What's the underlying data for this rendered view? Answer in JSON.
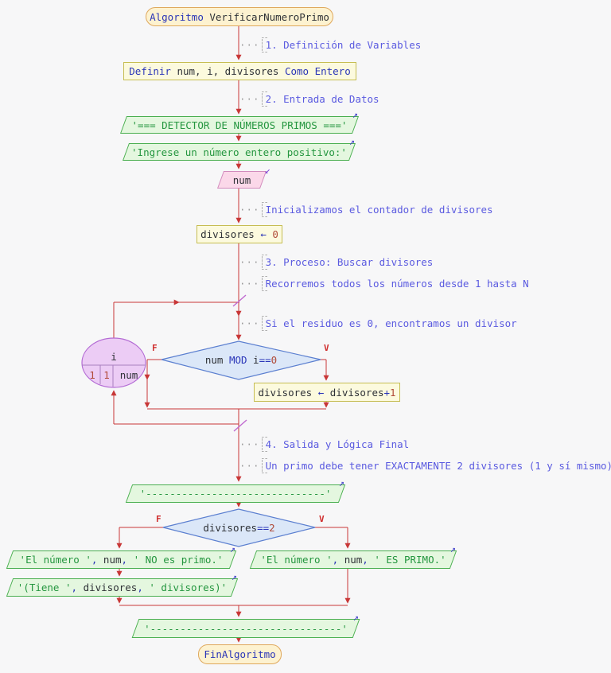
{
  "start": {
    "keyword": "Algoritmo",
    "name": " VerificarNumeroPrimo"
  },
  "end": {
    "label": "FinAlgoritmo"
  },
  "comments": {
    "dots": "···",
    "c1": "1. Definición de Variables",
    "c2": "2. Entrada de Datos",
    "c3": "Inicializamos el contador de divisores",
    "c4": "3. Proceso: Buscar divisores",
    "c5": "Recorremos todos los números desde 1 hasta N",
    "c6": "Si el residuo es 0, encontramos un divisor",
    "c7": "4. Salida y Lógica Final",
    "c8": "Un primo debe tener EXACTAMENTE 2 divisores (1 y sí mismo)"
  },
  "define": {
    "kw1": "Definir",
    "vars": " num, i, divisores ",
    "kw2": "Como Entero"
  },
  "input": {
    "var": "num"
  },
  "assign0": {
    "id": "divisores ",
    "op": "← ",
    "val": "0"
  },
  "assign1": {
    "id": "divisores ",
    "op": "← ",
    "id2": "divisores",
    "op2": "+",
    "val": "1"
  },
  "loop": {
    "var": "i",
    "from": "1",
    "step": "1",
    "to": "num"
  },
  "cond1": {
    "id1": "num ",
    "kw": "MOD ",
    "id2": "i",
    "op": "==",
    "val": "0",
    "false_label": "F",
    "true_label": "V"
  },
  "cond2": {
    "id": "divisores",
    "op": "==",
    "val": "2",
    "false_label": "F",
    "true_label": "V"
  },
  "outputs": {
    "banner": "'=== DETECTOR DE NÚMEROS PRIMOS ==='",
    "prompt": "'Ingrese un número entero positivo:'",
    "separator1": "'------------------------------'",
    "separator2": "'--------------------------------'",
    "no": {
      "s1": "'El número '",
      "c1": ", ",
      "id": "num",
      "c2": ", ",
      "s2": "' NO es primo.'"
    },
    "tiene": {
      "s1": "'(Tiene '",
      "c1": ", ",
      "id": "divisores",
      "c2": ", ",
      "s2": "' divisores)'"
    },
    "yes": {
      "s1": "'El número '",
      "c1": ", ",
      "id": "num",
      "c2": ", ",
      "s2": "' ES PRIMO.'"
    }
  },
  "icons": {
    "output_arrow": "↗",
    "input_arrow": "↙"
  },
  "colors": {
    "line": "#c83737",
    "comment": "#5a5ae0",
    "string": "#24963f",
    "keyword": "#2a35b8",
    "number": "#b04a38",
    "slash": "#c06ad0"
  }
}
